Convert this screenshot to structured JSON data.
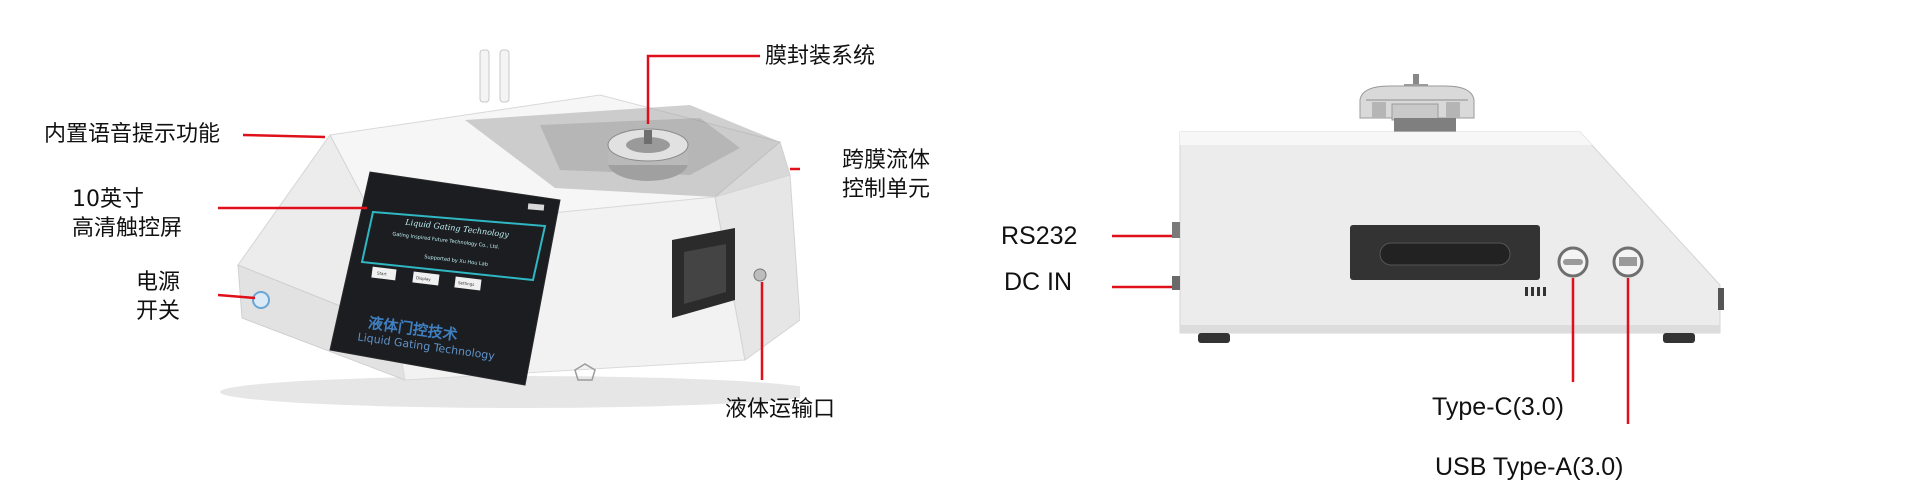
{
  "callouts": {
    "voice": "内置语音提示功能",
    "screen_line1": "10英寸",
    "screen_line2": "高清触控屏",
    "power_line1": "电源",
    "power_line2": "开关",
    "membrane": "膜封装系统",
    "transmembrane_line1": "跨膜流体",
    "transmembrane_line2": "控制单元",
    "liquid_port": "液体运输口",
    "rs232": "RS232",
    "dc_in": "DC IN",
    "type_c": "Type-C(3.0)",
    "usb_a": "USB Type-A(3.0)"
  },
  "device": {
    "brand_cn": "液体门控技术",
    "brand_en": "Liquid Gating Technology",
    "screen_title": "Liquid Gating Technology",
    "screen_subtitle": "Gating Inspired Future Technology Co., Ltd.",
    "screen_support": "Supported by Xu Hou Lab",
    "buttons": [
      "Start",
      "Display",
      "Settings"
    ]
  },
  "colors": {
    "leader_line": "#e0101a",
    "body": "#eeeeee",
    "screen": "#1b1d21",
    "screen_frame": "#2fb7c2",
    "brand": "#3f7fc0"
  }
}
